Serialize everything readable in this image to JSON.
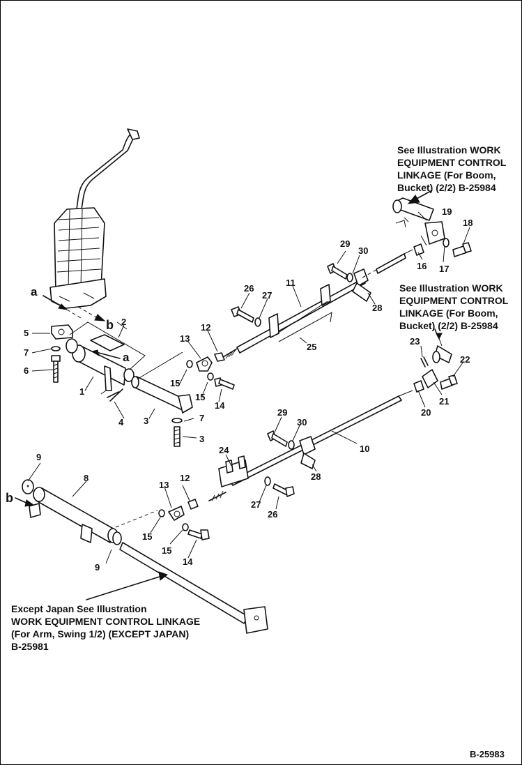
{
  "notes": {
    "boom_bucket_upper": "See Illustration WORK\nEQUIPMENT CONTROL\nLINKAGE (For Boom,\nBucket) (2/2) B-25984",
    "boom_bucket_lower": "See Illustration WORK\nEQUIPMENT CONTROL\nLINKAGE (For Boom,\nBucket) (2/2) B-25984",
    "except_japan": "Except Japan See Illustration\nWORK EQUIPMENT CONTROL LINKAGE\n(For Arm, Swing 1/2) (EXCEPT JAPAN)\nB-25981"
  },
  "diagram_id": "B-25983",
  "callouts": {
    "c1": "1",
    "c2": "2",
    "c3": "3",
    "c3b": "3",
    "c4": "4",
    "c5": "5",
    "c6": "6",
    "c7": "7",
    "c7b": "7",
    "c8": "8",
    "c9": "9",
    "c9b": "9",
    "c10": "10",
    "c11": "11",
    "c12": "12",
    "c12b": "12",
    "c13": "13",
    "c13b": "13",
    "c14": "14",
    "c14b": "14",
    "c15": "15",
    "c15b": "15",
    "c15c": "15",
    "c15d": "15",
    "c16": "16",
    "c17": "17",
    "c18": "18",
    "c19": "19",
    "c20": "20",
    "c21": "21",
    "c22": "22",
    "c23": "23",
    "c24": "24",
    "c25": "25",
    "c26": "26",
    "c26b": "26",
    "c27": "27",
    "c27b": "27",
    "c28": "28",
    "c28b": "28",
    "c29": "29",
    "c29b": "29",
    "c30": "30",
    "c30b": "30",
    "ca1": "a",
    "ca2": "a",
    "cb1": "b",
    "cb2": "b"
  }
}
